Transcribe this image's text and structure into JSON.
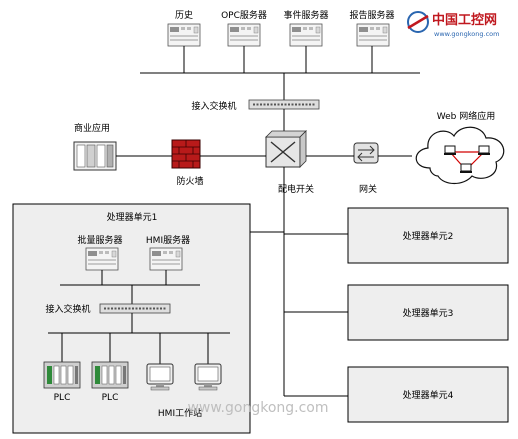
{
  "brand": {
    "name": "中国工控网",
    "url": "www.gongkong.com",
    "watermark": "www.gongkong.com"
  },
  "top_servers": {
    "history": "历史",
    "opc": "OPC服务器",
    "event": "事件服务器",
    "report": "报告服务器"
  },
  "access_switch_top": "接入交换机",
  "commercial_app": "商业应用",
  "firewall": "防火墙",
  "distribution_switch": "配电开关",
  "gateway": "网关",
  "web_app": "Web 网络应用",
  "unit1": {
    "title": "处理器单元1",
    "batch_server": "批量服务器",
    "hmi_server": "HMI服务器",
    "access_switch": "接入交换机",
    "plc1": "PLC",
    "plc2": "PLC",
    "hmi_station": "HMI工作站"
  },
  "unit2": "处理器单元2",
  "unit3": "处理器单元3",
  "unit4": "处理器单元4",
  "colors": {
    "box_fill": "#eeeeee",
    "line": "#000000",
    "firewall_red": "#b81a1a",
    "brand_red": "#c0181f",
    "brand_blue": "#2a66b0",
    "web_link_red": "#d20000",
    "watermark": "#b9b9b9"
  }
}
